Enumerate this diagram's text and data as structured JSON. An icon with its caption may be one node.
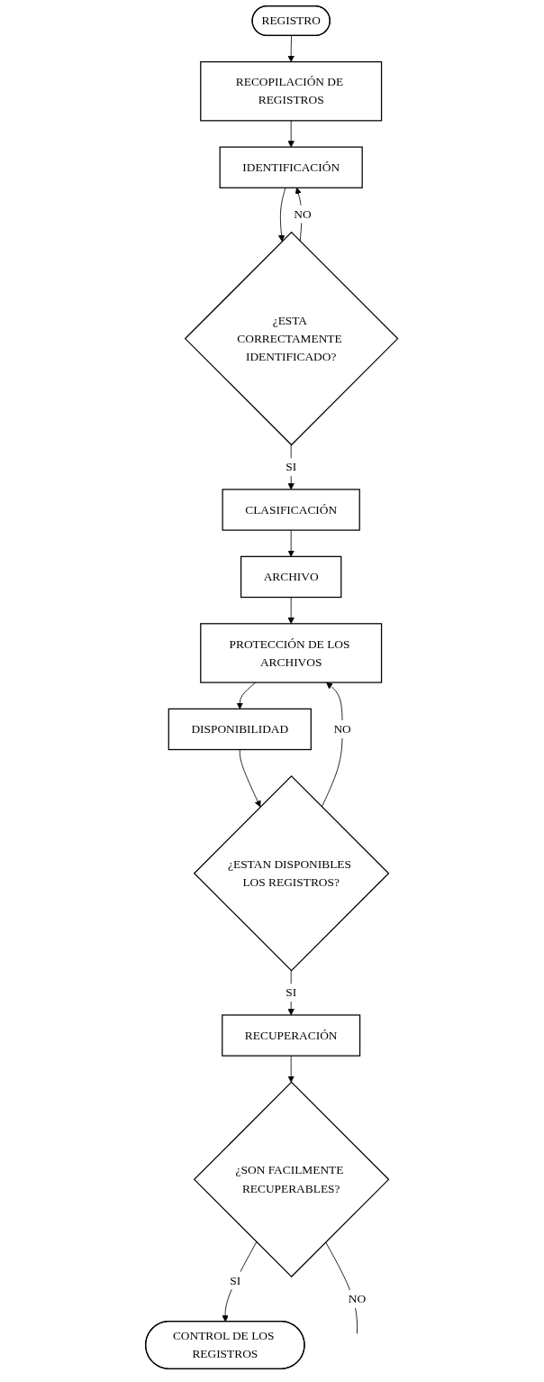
{
  "diagram": {
    "nodes": [
      {
        "text": [
          "REGISTRO"
        ]
      },
      {
        "text": [
          "RECOPILACIÓN DE REGISTROS"
        ]
      },
      {
        "text": [
          "IDENTIFICACIÓN"
        ]
      },
      {
        "text": [
          "¿ESTA CORRECTAMENTE IDENTIFICADO?"
        ]
      },
      {
        "text": [
          "CLASIFICACIÓN"
        ]
      },
      {
        "text": [
          "ARCHIVO"
        ]
      },
      {
        "text": [
          "PROTECCIÓN DE LOS ARCHIVOS"
        ]
      },
      {
        "text": [
          "DISPONIBILIDAD"
        ]
      },
      {
        "text": [
          "¿ESTAN DISPONIBLES LOS REGISTROS?"
        ]
      },
      {
        "text": [
          "RECUPERACIÓN"
        ]
      },
      {
        "text": [
          "¿SON FACILMENTE RECUPERABLES?"
        ]
      },
      {
        "text": [
          "CONTROL DE LOS REGISTROS"
        ]
      }
    ],
    "edges": [
      {
        "from": 0,
        "to": 1,
        "arrow": "to"
      },
      {
        "from": 1,
        "to": 2,
        "arrow": "to"
      },
      {
        "from": 2,
        "to": 3,
        "arrow": "to"
      },
      {
        "from": 3,
        "to": 4,
        "label": "SI",
        "arrow": "to"
      },
      {
        "from": 3,
        "to": 2,
        "label": "NO",
        "arrow": "to"
      },
      {
        "from": 4,
        "to": 5,
        "arrow": "to"
      },
      {
        "from": 5,
        "to": 6,
        "arrow": "to"
      },
      {
        "from": 6,
        "to": 7,
        "arrow": "to"
      },
      {
        "from": 7,
        "to": 8,
        "arrow": "to"
      },
      {
        "from": 8,
        "to": 9,
        "label": "SI",
        "arrow": "to"
      },
      {
        "from": 8,
        "to": 6,
        "label": "NO",
        "arrow": "to"
      },
      {
        "from": 9,
        "to": 10,
        "arrow": "to"
      },
      {
        "from": 10,
        "to": 11,
        "label": "SI",
        "arrow": "to"
      },
      {
        "from": 10,
        "to": null,
        "label": "NO",
        "arrow": "none"
      }
    ]
  }
}
